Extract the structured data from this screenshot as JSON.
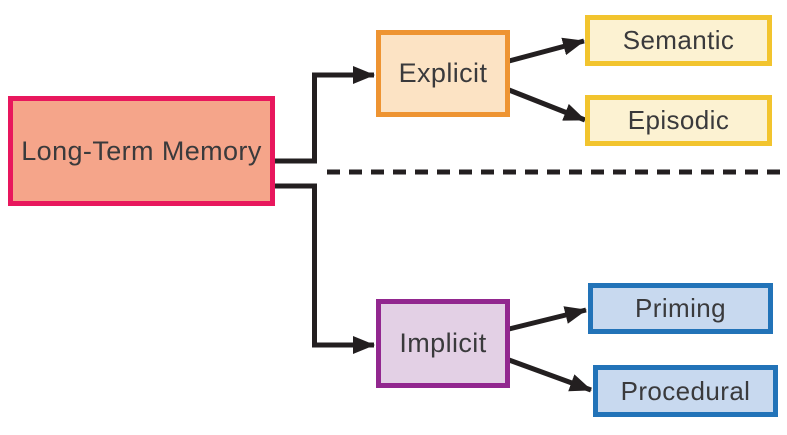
{
  "diagram": {
    "title": "Long-Term Memory taxonomy diagram",
    "background": "#FFFFFF",
    "text_color": "#3A3A3C",
    "connector_color": "#231F20",
    "divider_style": "dashed",
    "nodes": {
      "root": {
        "label": "Long-Term Memory",
        "fill": "#F5A58A",
        "border": "#E8175D"
      },
      "explicit": {
        "label": "Explicit",
        "fill": "#FCE3C4",
        "border": "#EE9432"
      },
      "semantic": {
        "label": "Semantic",
        "fill": "#FCF2D2",
        "border": "#F2C42E"
      },
      "episodic": {
        "label": "Episodic",
        "fill": "#FCF2D2",
        "border": "#F2C42E"
      },
      "implicit": {
        "label": "Implicit",
        "fill": "#E3D0E5",
        "border": "#92278F"
      },
      "priming": {
        "label": "Priming",
        "fill": "#C8D9EF",
        "border": "#2273B8"
      },
      "procedural": {
        "label": "Procedural",
        "fill": "#C8D9EF",
        "border": "#2273B8"
      }
    },
    "edges": [
      {
        "from": "root",
        "to": "explicit"
      },
      {
        "from": "root",
        "to": "implicit"
      },
      {
        "from": "explicit",
        "to": "semantic"
      },
      {
        "from": "explicit",
        "to": "episodic"
      },
      {
        "from": "implicit",
        "to": "priming"
      },
      {
        "from": "implicit",
        "to": "procedural"
      }
    ]
  }
}
